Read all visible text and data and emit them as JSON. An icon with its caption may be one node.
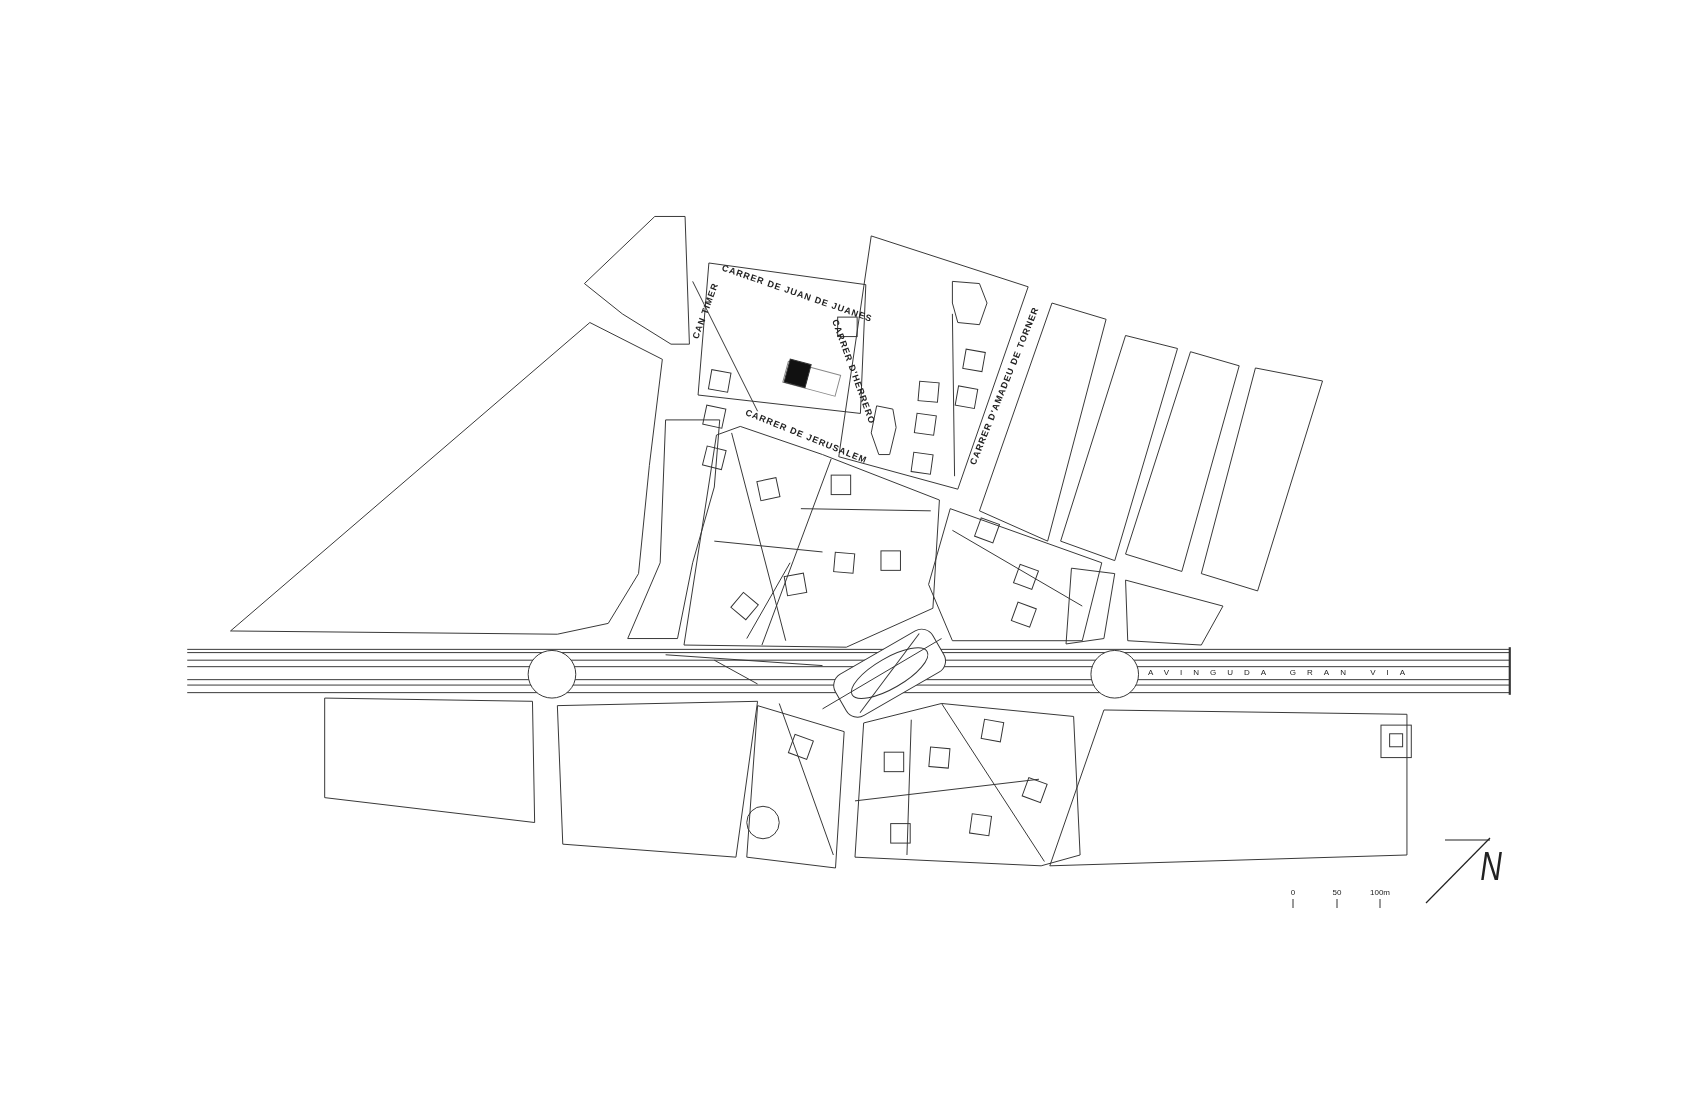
{
  "diagram": {
    "labels": [
      "CAN TIMER",
      "CARRER DE JUAN DE JUANES",
      "CARRER D'HERRERO",
      "CARRER DE JERUSALEM",
      "CARRER D'AMADEU DE TORNER",
      "AVINGUDA GRAN VIA",
      "0",
      "50",
      "100m",
      "N"
    ]
  }
}
